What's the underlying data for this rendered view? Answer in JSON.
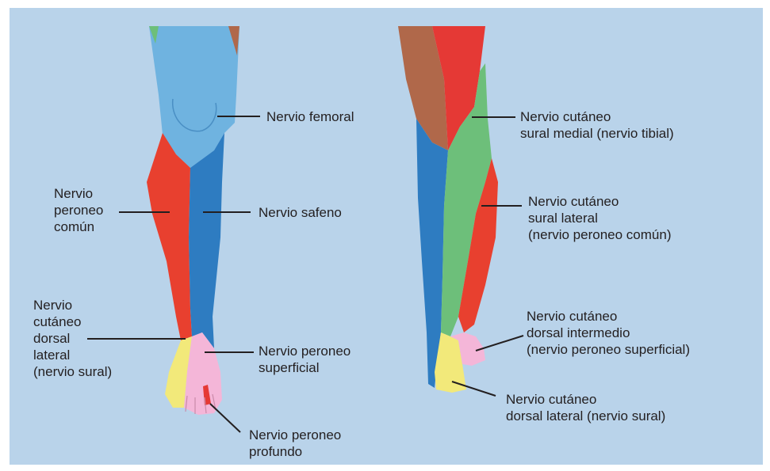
{
  "labels": {
    "femoral": [
      "Nervio femoral"
    ],
    "peroneo_comun": [
      "Nervio",
      "peroneo",
      "común"
    ],
    "safeno": [
      "Nervio safeno"
    ],
    "cutaneo_dorsal_lateral": [
      "Nervio",
      "cutáneo",
      "dorsal",
      "lateral",
      "(nervio sural)"
    ],
    "peroneo_superficial": [
      "Nervio peroneo",
      "superficial"
    ],
    "peroneo_profundo": [
      "Nervio peroneo",
      "profundo"
    ],
    "sural_medial": [
      "Nervio cutáneo",
      "sural medial (nervio tibial)"
    ],
    "sural_lateral": [
      "Nervio cutáneo",
      "sural lateral",
      "(nervio peroneo común)"
    ],
    "dorsal_intermedio": [
      "Nervio cutáneo",
      "dorsal intermedio",
      "(nervio peroneo superficial)"
    ],
    "dorsal_lateral_sural": [
      "Nervio cutáneo",
      "dorsal lateral (nervio sural)"
    ]
  },
  "colors": {
    "background": "#b9d3ea",
    "femoral": "#6fb3e0",
    "saphenous": "#2e7cc1",
    "common_peroneal": "#e8402f",
    "tibial_sural": "#6dbf7a",
    "posterior_thigh": "#b0684a",
    "posterior_red": "#e53935",
    "sural": "#f2e97a",
    "superficial_peroneal": "#f4b6d8",
    "line": "#231f20"
  }
}
